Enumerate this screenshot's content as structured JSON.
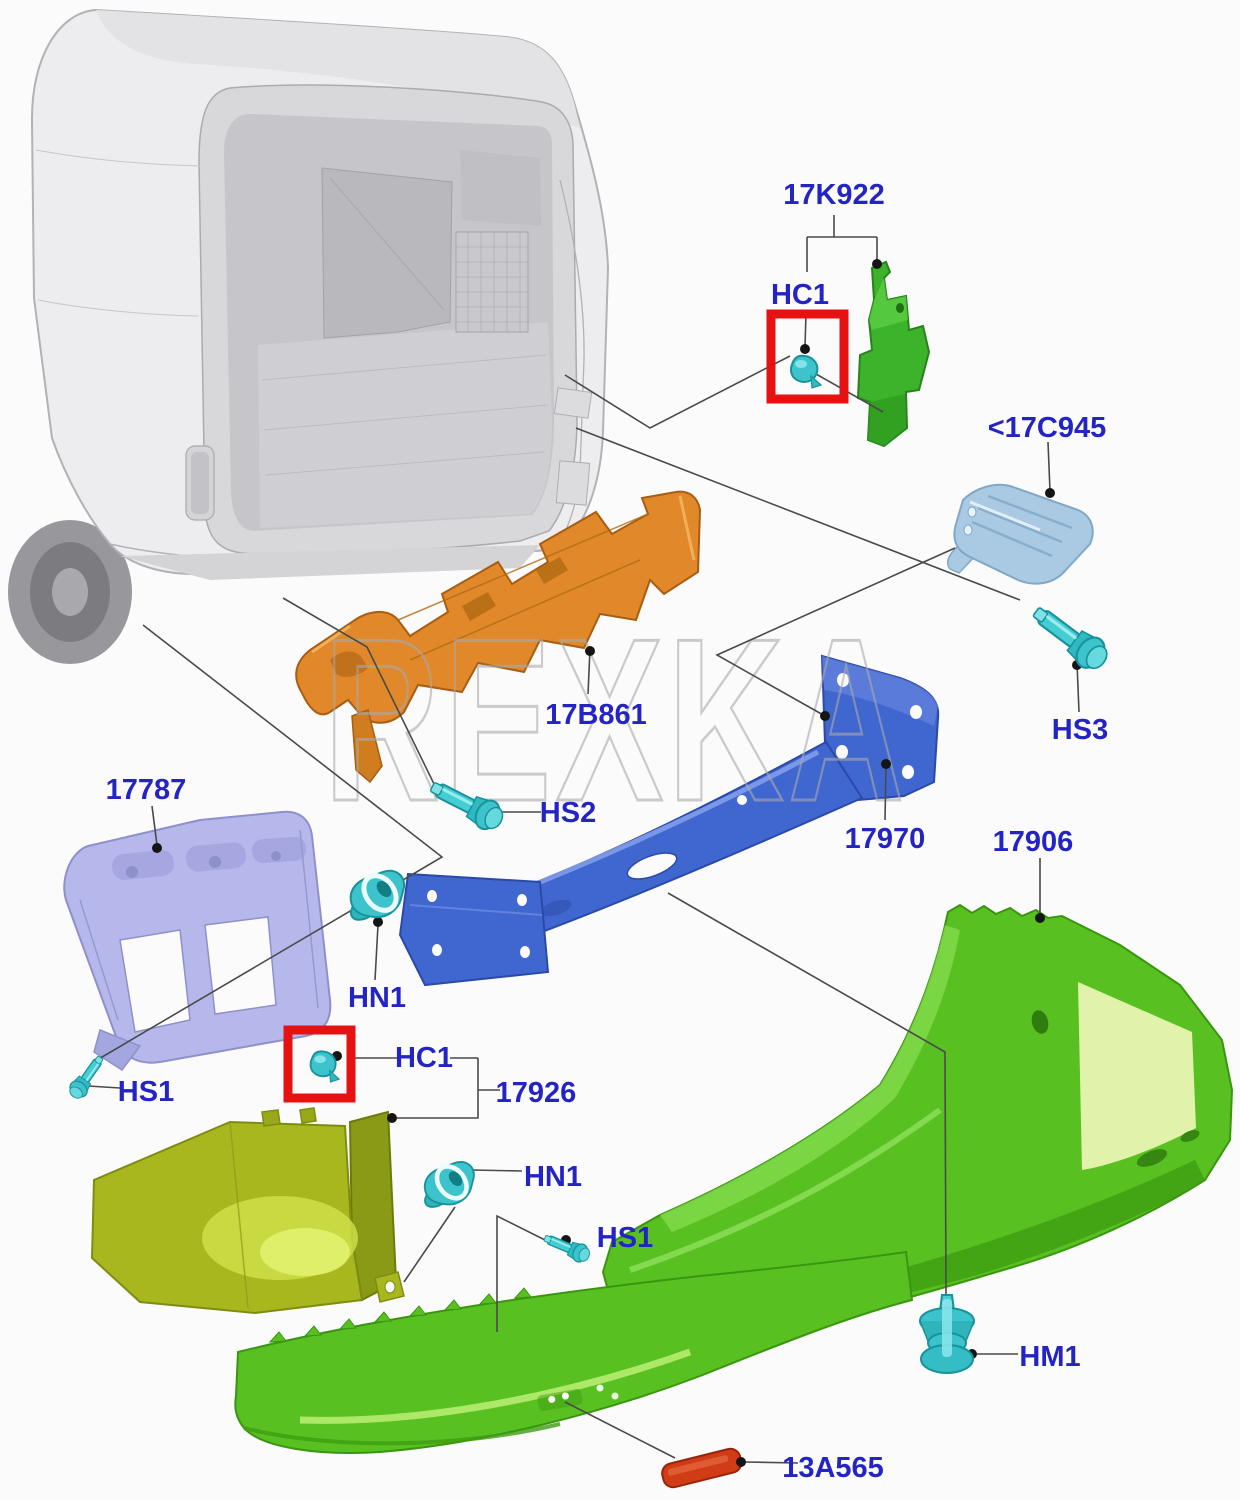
{
  "diagram": {
    "title_hint": "Rear bumper exploded parts diagram",
    "watermark": "REXKA",
    "labels": {
      "k922": "17K922",
      "hc1_top": "HC1",
      "c945": "<17C945",
      "hs3": "HS3",
      "b861": "17B861",
      "hs2": "HS2",
      "p17970": "17970",
      "p17906": "17906",
      "p17787": "17787",
      "hn1_top": "HN1",
      "hs1_left": "HS1",
      "hc1_bottom": "HC1",
      "p17926": "17926",
      "hn1_bottom": "HN1",
      "hs1_right": "HS1",
      "hm1": "HM1",
      "a565": "13A565"
    },
    "parts": [
      {
        "number": "17K922",
        "color": "#3db32b"
      },
      {
        "number": "<17C945",
        "color": "#aac9e2"
      },
      {
        "number": "17B861",
        "color": "#e0882a"
      },
      {
        "number": "17970",
        "color": "#4066cf"
      },
      {
        "number": "17787",
        "color": "#b6b8ec"
      },
      {
        "number": "17926",
        "color": "#a9b71f"
      },
      {
        "number": "17906",
        "color": "#58c121"
      },
      {
        "number": "13A565",
        "color": "#d03c16"
      }
    ],
    "fastener_codes": [
      "HC1",
      "HS1",
      "HS2",
      "HS3",
      "HN1",
      "HM1"
    ],
    "colors": {
      "label_blue": "#2424c4",
      "leader_line": "#4a4a4a",
      "highlight_red": "#e61212",
      "fastener_teal": "#3cc3cb",
      "vehicle_gray": "#ededef",
      "watermark_gray": "#aaaaae"
    }
  }
}
